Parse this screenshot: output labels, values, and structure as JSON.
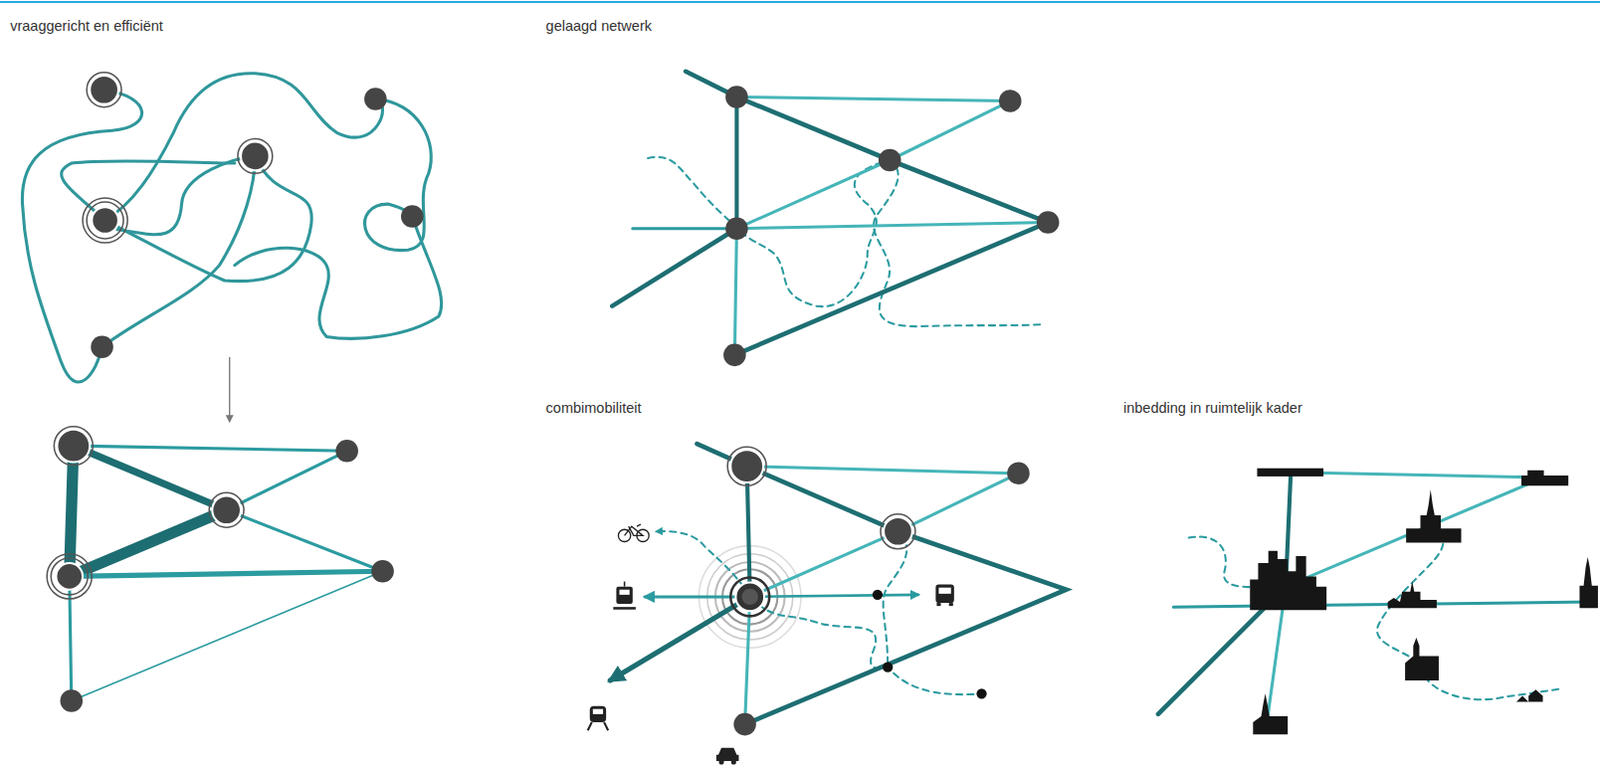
{
  "diagram": {
    "labels": [
      "vraaggericht en efficiënt",
      "gelaagd netwerk",
      "combimobiliteit",
      "inbedding in ruimtelijk kader"
    ]
  }
}
